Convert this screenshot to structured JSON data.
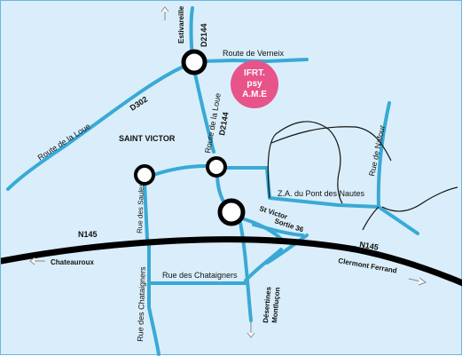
{
  "colors": {
    "background": "#d9eefa",
    "road": "#3aa9d6",
    "highway": "#000000",
    "roundabout_fill": "#ffffff",
    "badge": "#e8538a",
    "badge_text": "#ffffff",
    "zone_outline": "#111111"
  },
  "labels": {
    "estivareille": "Estivareille",
    "d2144_top": "D2144",
    "route_verneix": "Route de Verneix",
    "d302": "D302",
    "route_loue_west": "Route de la Loue",
    "route_loue_mid": "Route de la Loue",
    "d2144_mid": "D2144",
    "saint_victor": "SAINT VICTOR",
    "rue_nafour": "Rue de Nafour",
    "za_pont": "Z.A. du Pont des Nautes",
    "st_victor_exit_1": "St Victor",
    "st_victor_exit_2": "Sortie 36",
    "rue_saules": "Rue des Saules",
    "n145_left": "N145",
    "n145_right": "N145",
    "chateauroux": "Chateauroux",
    "clermont": "Clermont Ferrand",
    "rue_chataigners_h": "Rue des Chataigners",
    "rue_chataigners_v": "Rue des Chataigners",
    "desertines_1": "Désertines",
    "desertines_2": "Montluçon"
  },
  "badge": {
    "line1": "IFRT.",
    "line2": "psy",
    "line3": "A.M.E"
  },
  "icons": {
    "north_arrow": "up-arrow-icon",
    "west_arrow": "left-arrow-icon",
    "east_arrow": "right-arrow-icon",
    "south_arrow": "down-arrow-icon"
  }
}
